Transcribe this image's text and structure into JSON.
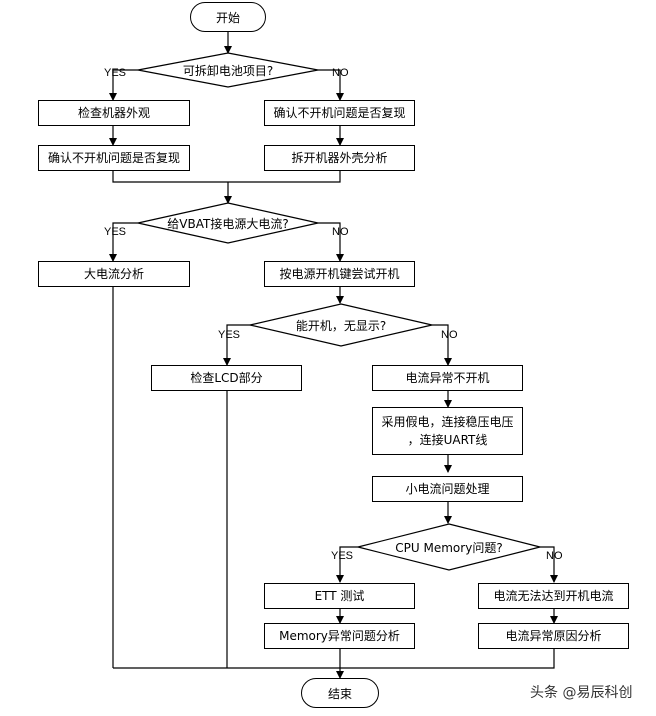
{
  "start": "开始",
  "end": "结束",
  "decisions": {
    "d1": "可拆卸电池项目?",
    "d2": "给VBAT接电源大电流?",
    "d3": "能开机，无显示?",
    "d4": "CPU Memory问题?"
  },
  "labels": {
    "yes": "YES",
    "no": "NO"
  },
  "boxes": {
    "b_check_appearance": "检查机器外观",
    "b_confirm_left": "确认不开机问题是否复现",
    "b_confirm_right": "确认不开机问题是否复现",
    "b_disassemble": "拆开机器外壳分析",
    "b_big_current": "大电流分析",
    "b_press_power": "按电源开机键尝试开机",
    "b_check_lcd": "检查LCD部分",
    "b_abnormal_current": "电流异常不开机",
    "b_fake_battery_1": "采用假电，连接稳压电压",
    "b_fake_battery_2": "，连接UART线",
    "b_small_current": "小电流问题处理",
    "b_ett": "ETT 测试",
    "b_memory": "Memory异常问题分析",
    "b_no_reach": "电流无法达到开机电流",
    "b_cause": "电流异常原因分析"
  },
  "watermark": "头条 @易辰科创"
}
